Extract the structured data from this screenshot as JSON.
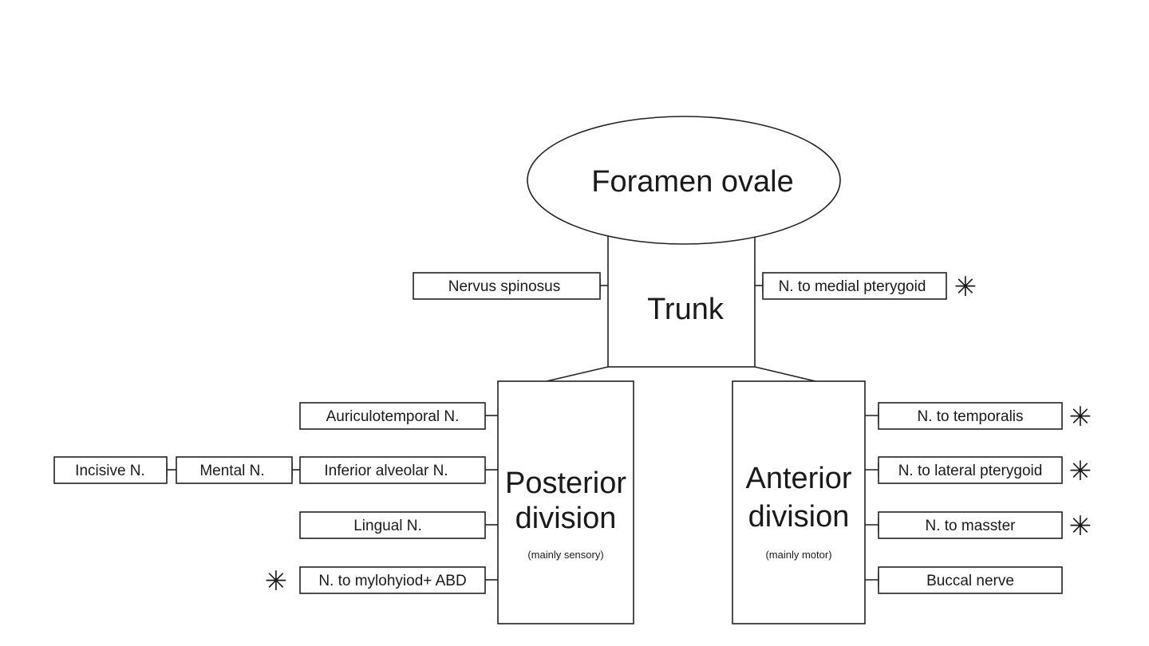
{
  "oval_label": "Foramen ovale",
  "trunk_label": "Trunk",
  "posterior": {
    "title_line1": "Posterior",
    "title_line2": "division",
    "subtitle": "(mainly sensory)"
  },
  "anterior": {
    "title_line1": "Anterior",
    "title_line2": "division",
    "subtitle": "(mainly motor)"
  },
  "trunk_branches": {
    "left": "Nervus spinosus",
    "right": "N. to medial pterygoid"
  },
  "posterior_branches": [
    "Auriculotemporal N.",
    "Inferior alveolar N.",
    "Lingual N.",
    "N. to mylohyiod+ ABD"
  ],
  "inferior_alveolar_chain": [
    "Mental N.",
    "Incisive N."
  ],
  "anterior_branches": [
    "N. to temporalis",
    "N. to lateral pterygoid",
    "N. to masster",
    "Buccal nerve"
  ],
  "marker": "✳"
}
